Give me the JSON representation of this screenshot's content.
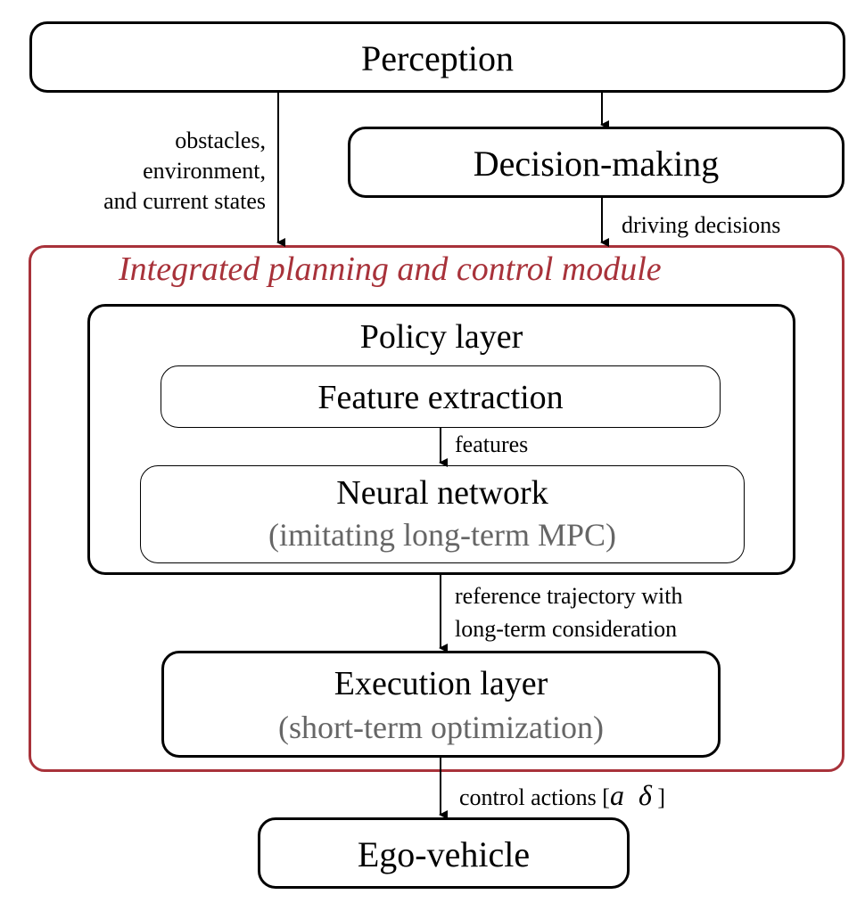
{
  "perception": {
    "label": "Perception"
  },
  "decision_making": {
    "label": "Decision-making"
  },
  "inputs_label": {
    "line1": "obstacles,",
    "line2": "environment,",
    "line3": "and current states"
  },
  "decisions_label": "driving decisions",
  "module": {
    "title": "Integrated planning and control module"
  },
  "policy_layer": {
    "label": "Policy layer"
  },
  "feature_extraction": {
    "label": "Feature extraction"
  },
  "features_label": "features",
  "neural_network": {
    "label": "Neural network",
    "sublabel": "(imitating long-term MPC)"
  },
  "reference_label": {
    "line1": "reference trajectory with",
    "line2": "long-term consideration"
  },
  "execution_layer": {
    "label": "Execution layer",
    "sublabel": "(short-term optimization)"
  },
  "control_label": {
    "prefix": "control actions [",
    "a": "a",
    "delta": "δ",
    "suffix": " ]"
  },
  "ego_vehicle": {
    "label": "Ego-vehicle"
  },
  "colors": {
    "module_border": "#a8323a",
    "sublabel": "#666666",
    "stroke": "#000000"
  }
}
